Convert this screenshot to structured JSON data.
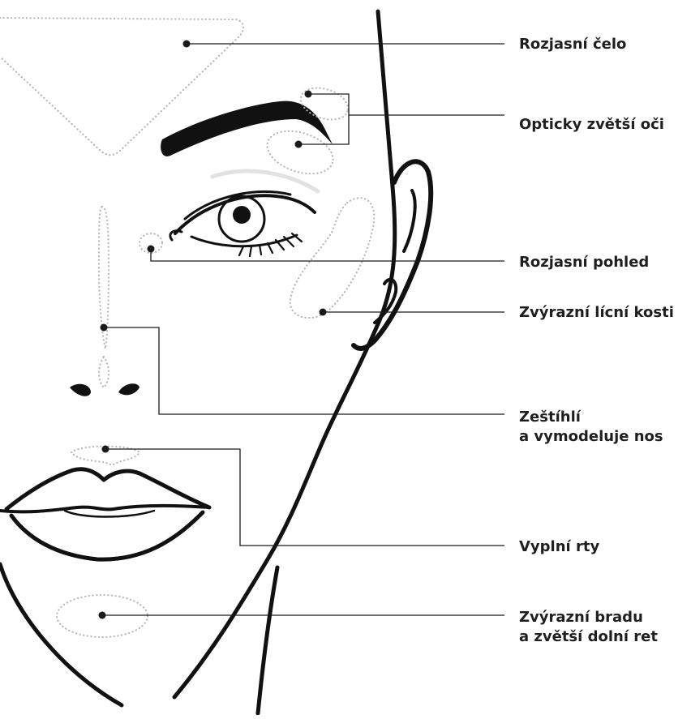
{
  "colors": {
    "ink": "#111111",
    "zone_dots": "#b5b5b5",
    "label_text": "#1f1f1f"
  },
  "labels": {
    "forehead": "Rozjasní čelo",
    "eyes": "Opticky zvětší oči",
    "gaze": "Rozjasní pohled",
    "cheekbones": "Zvýrazní lícní kosti",
    "nose_1": "Zeštíhlí",
    "nose_2": "a vymodeluje nos",
    "lips": "Vyplní rty",
    "chin_1": "Zvýrazní bradu",
    "chin_2": "a zvětší dolní ret"
  }
}
